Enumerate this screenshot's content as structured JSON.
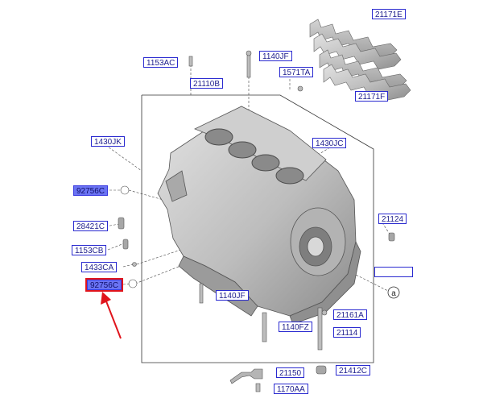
{
  "diagram": {
    "part_labels": [
      {
        "code": "21171E",
        "highlighted": false
      },
      {
        "code": "1153AC",
        "highlighted": false
      },
      {
        "code": "1140JF",
        "highlighted": false
      },
      {
        "code": "1571TA",
        "highlighted": false
      },
      {
        "code": "21110B",
        "highlighted": false
      },
      {
        "code": "21171F",
        "highlighted": false
      },
      {
        "code": "1430JK",
        "highlighted": false
      },
      {
        "code": "1430JC",
        "highlighted": false
      },
      {
        "code": "92756C",
        "highlighted": true
      },
      {
        "code": "28421C",
        "highlighted": false
      },
      {
        "code": "21124",
        "highlighted": false
      },
      {
        "code": "1153CB",
        "highlighted": false
      },
      {
        "code": "1433CA",
        "highlighted": false
      },
      {
        "code": "",
        "highlighted": false
      },
      {
        "code": "92756C",
        "highlighted": true
      },
      {
        "code": "1140JF",
        "highlighted": false
      },
      {
        "code": "21161A",
        "highlighted": false
      },
      {
        "code": "1140FZ",
        "highlighted": false
      },
      {
        "code": "21114",
        "highlighted": false
      },
      {
        "code": "21150",
        "highlighted": false
      },
      {
        "code": "21412C",
        "highlighted": false
      },
      {
        "code": "1170AA",
        "highlighted": false
      }
    ],
    "callout_marker": "a",
    "selected_label_index": 14,
    "colors": {
      "label_border": "#2a2ad0",
      "label_text": "#1d1d8c",
      "highlight_fill": "#6a73f3",
      "selection_frame": "#e0141c",
      "arrow": "#e0141c",
      "part_metal": "#b8b8b8"
    }
  }
}
